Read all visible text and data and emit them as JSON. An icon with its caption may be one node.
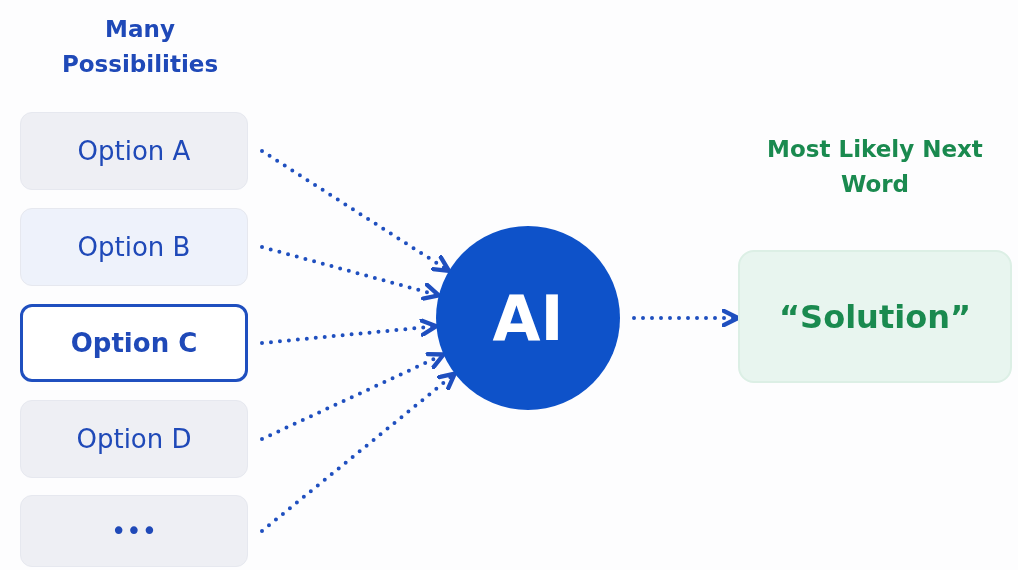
{
  "diagram": {
    "nodes": [
      {
        "text": [
          "Option A"
        ]
      },
      {
        "text": [
          "Option B"
        ]
      },
      {
        "text": [
          "Option C"
        ]
      },
      {
        "text": [
          "Option D"
        ]
      },
      {
        "text": [
          "•••"
        ]
      },
      {
        "text": [
          "AI"
        ]
      },
      {
        "text": [
          "“Solution”"
        ],
        "beside": [
          "Most Likely Next Word"
        ]
      }
    ],
    "edges": [
      {
        "from": 0,
        "to": 5,
        "arrow": "to"
      },
      {
        "from": 1,
        "to": 5,
        "arrow": "to"
      },
      {
        "from": 2,
        "to": 5,
        "arrow": "to"
      },
      {
        "from": 3,
        "to": 5,
        "arrow": "to"
      },
      {
        "from": 4,
        "to": 5,
        "arrow": "to"
      },
      {
        "from": 5,
        "to": 6,
        "arrow": "to"
      }
    ],
    "labels": [
      "Many Possibilities"
    ]
  }
}
